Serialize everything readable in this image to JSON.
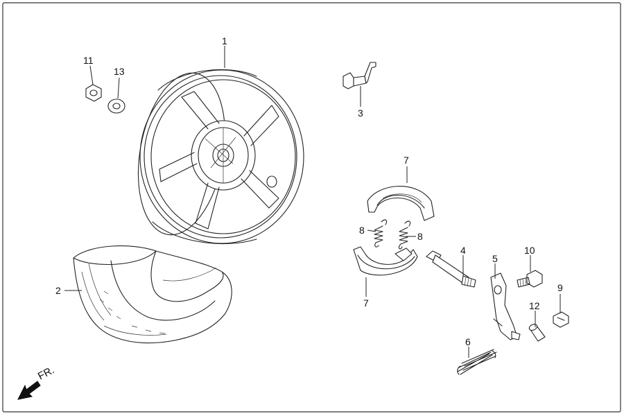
{
  "diagram": {
    "direction_label": "FR.",
    "callouts": {
      "c1": "1",
      "c2": "2",
      "c3": "3",
      "c4": "4",
      "c5": "5",
      "c6": "6",
      "c7a": "7",
      "c7b": "7",
      "c8a": "8",
      "c8b": "8",
      "c9": "9",
      "c10": "10",
      "c11": "11",
      "c12": "12",
      "c13": "13"
    }
  }
}
